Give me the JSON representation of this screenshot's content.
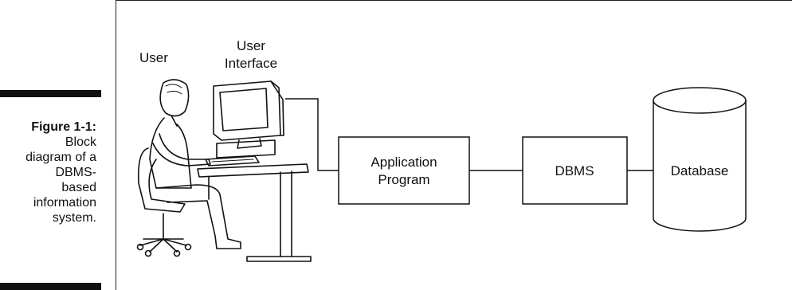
{
  "caption": {
    "figure_label": "Figure 1-1:",
    "lines": [
      "Block",
      "diagram of a",
      "DBMS-",
      "based",
      "information",
      "system."
    ]
  },
  "diagram": {
    "user_label": "User",
    "ui_label_line1": "User",
    "ui_label_line2": "Interface",
    "app_line1": "Application",
    "app_line2": "Program",
    "dbms": "DBMS",
    "database": "Database"
  },
  "colors": {
    "ink": "#111111",
    "background": "#ffffff"
  },
  "icons": [
    "person-at-computer-icon",
    "database-cylinder-icon"
  ]
}
